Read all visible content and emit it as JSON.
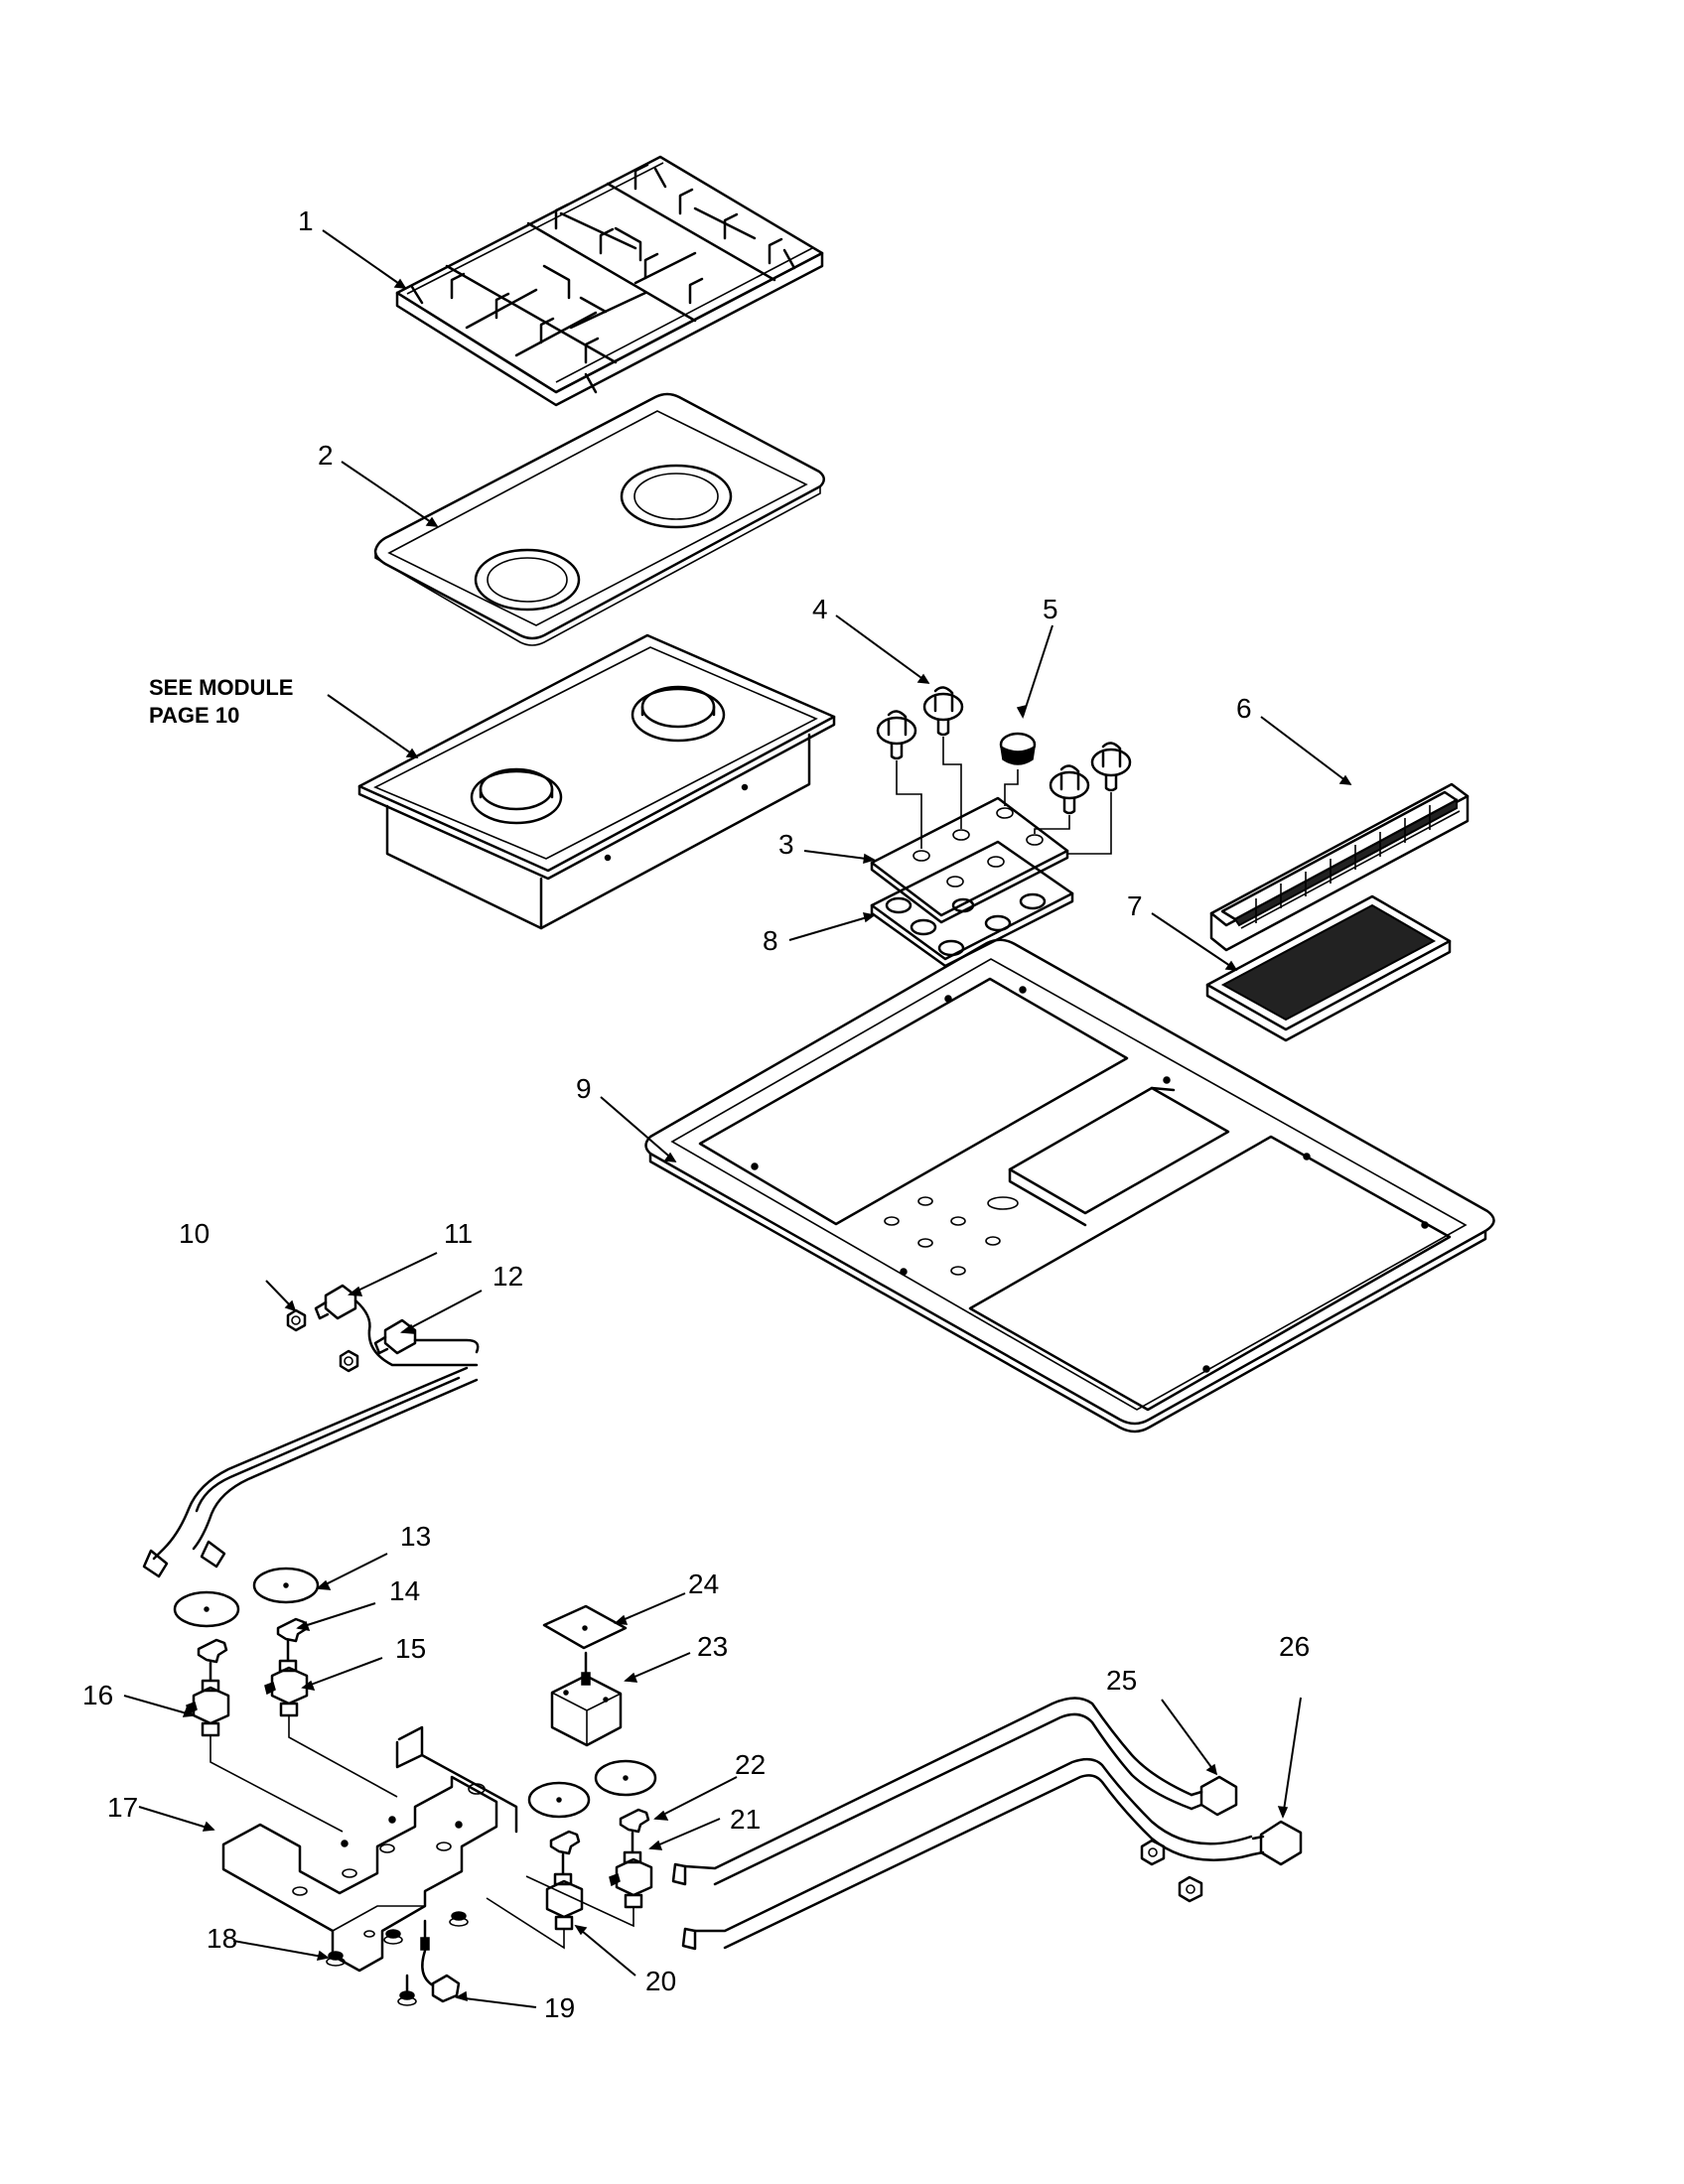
{
  "callouts": [
    {
      "id": "1",
      "label": "1",
      "part": "burner-grate"
    },
    {
      "id": "2",
      "label": "2",
      "part": "cooktop-top-plate"
    },
    {
      "id": "3",
      "label": "3",
      "part": "control-panel"
    },
    {
      "id": "4",
      "label": "4",
      "part": "control-knob"
    },
    {
      "id": "5",
      "label": "5",
      "part": "switch-button"
    },
    {
      "id": "6",
      "label": "6",
      "part": "grille"
    },
    {
      "id": "7",
      "label": "7",
      "part": "filter"
    },
    {
      "id": "8",
      "label": "8",
      "part": "panel-gasket"
    },
    {
      "id": "9",
      "label": "9",
      "part": "cooktop-frame"
    },
    {
      "id": "10",
      "label": "10",
      "part": "nut"
    },
    {
      "id": "11",
      "label": "11",
      "part": "fitting"
    },
    {
      "id": "12",
      "label": "12",
      "part": "fitting"
    },
    {
      "id": "13",
      "label": "13",
      "part": "valve-disc"
    },
    {
      "id": "14",
      "label": "14",
      "part": "valve-knob-adapter"
    },
    {
      "id": "15",
      "label": "15",
      "part": "gas-valve"
    },
    {
      "id": "16",
      "label": "16",
      "part": "gas-valve"
    },
    {
      "id": "17",
      "label": "17",
      "part": "valve-bracket"
    },
    {
      "id": "18",
      "label": "18",
      "part": "screw"
    },
    {
      "id": "19",
      "label": "19",
      "part": "elbow-fitting"
    },
    {
      "id": "20",
      "label": "20",
      "part": "gas-valve"
    },
    {
      "id": "21",
      "label": "21",
      "part": "gas-valve"
    },
    {
      "id": "22",
      "label": "22",
      "part": "valve-knob-adapter"
    },
    {
      "id": "23",
      "label": "23",
      "part": "switch"
    },
    {
      "id": "24",
      "label": "24",
      "part": "switch-plate"
    },
    {
      "id": "25",
      "label": "25",
      "part": "fitting"
    },
    {
      "id": "26",
      "label": "26",
      "part": "fitting"
    }
  ],
  "note": {
    "line1": "SEE MODULE",
    "line2": "PAGE 10"
  }
}
